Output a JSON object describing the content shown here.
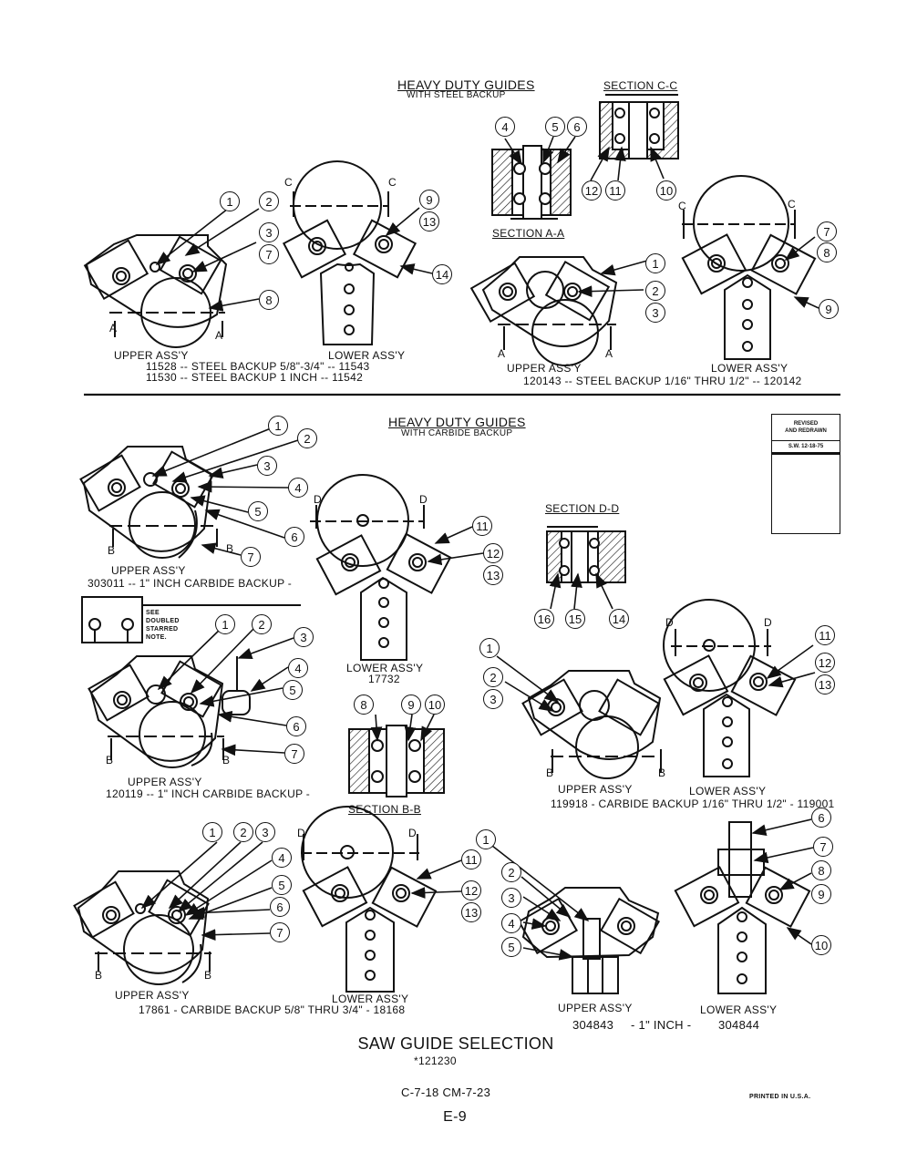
{
  "top": {
    "title": "HEAVY DUTY GUIDES",
    "subtitle": "WITH STEEL BACKUP",
    "section_cc": "SECTION C-C",
    "section_aa": "SECTION A-A",
    "upper_left_label": "UPPER ASS'Y",
    "lower_left_label": "LOWER ASS'Y",
    "left_note_1": "11528 -- STEEL BACKUP 5/8\"-3/4\" -- 11543",
    "left_note_2": "11530 -- STEEL BACKUP 1 INCH -- 11542",
    "upper_right_label": "UPPER ASS'Y",
    "lower_right_label": "LOWER ASS'Y",
    "right_note": "120143 -- STEEL BACKUP 1/16\" THRU 1/2\" -- 120142"
  },
  "middle": {
    "title": "HEAVY DUTY GUIDES",
    "subtitle": "WITH CARBIDE BACKUP",
    "revised_line_1": "REVISED",
    "revised_line_2": "AND REDRAWN",
    "revised_line_3": "S.W. 12-18-75",
    "upper_a_label": "UPPER ASS'Y",
    "upper_a_note": "303011 -- 1\" INCH CARBIDE BACKUP -",
    "section_dd": "SECTION D-D",
    "lower_a_label": "LOWER ASS'Y",
    "lower_a_number": "17732",
    "doubled_note": "SEE DOUBLED STARRED NOTE.",
    "upper_b_label": "UPPER ASS'Y",
    "upper_b_note": "120119 -- 1\" INCH CARBIDE BACKUP -",
    "section_bb": "SECTION B-B",
    "upper_c_label": "UPPER ASS'Y",
    "lower_c_label": "LOWER ASS'Y",
    "c_note": "119918 - CARBIDE BACKUP 1/16\" THRU 1/2\" - 119001"
  },
  "bottom": {
    "upper_d_label": "UPPER ASS'Y",
    "lower_d_label": "LOWER ASS'Y",
    "d_note": "17861 - CARBIDE BACKUP 5/8\" THRU 3/4\" - 18168",
    "upper_e_label": "UPPER ASS'Y",
    "lower_e_label": "LOWER ASS'Y",
    "e_note_left": "304843",
    "e_note_mid": "- 1\" INCH -",
    "e_note_right": "304844"
  },
  "footer": {
    "title": "SAW GUIDE SELECTION",
    "number": "*121230",
    "codes": "C-7-18  CM-7-23",
    "printed": "PRINTED IN U.S.A.",
    "page": "E-9"
  },
  "section_letters": {
    "a": "A",
    "b": "B",
    "c": "C",
    "d": "D"
  },
  "callouts": [
    "1",
    "2",
    "3",
    "4",
    "5",
    "6",
    "7",
    "8",
    "9",
    "10",
    "11",
    "12",
    "13",
    "14",
    "15",
    "16"
  ]
}
